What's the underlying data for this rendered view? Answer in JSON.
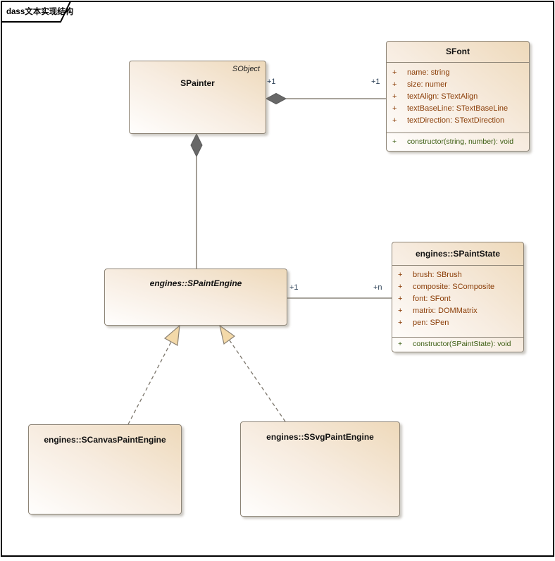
{
  "frame": {
    "title": "dass文本实现结构"
  },
  "classes": {
    "spainter": {
      "name": "SPainter",
      "stereotype": "SObject"
    },
    "sfont": {
      "name": "SFont",
      "attributes": [
        {
          "vis": "+",
          "text": "name: string"
        },
        {
          "vis": "+",
          "text": "size: numer"
        },
        {
          "vis": "+",
          "text": "textAlign: STextAlign"
        },
        {
          "vis": "+",
          "text": "textBaseLine: STextBaseLine"
        },
        {
          "vis": "+",
          "text": "textDirection: STextDirection"
        }
      ],
      "operations": [
        {
          "vis": "+",
          "text": "constructor(string, number): void"
        }
      ]
    },
    "spaintengine": {
      "name": "engines::SPaintEngine"
    },
    "spaintstate": {
      "name": "engines::SPaintState",
      "attributes": [
        {
          "vis": "+",
          "text": "brush: SBrush"
        },
        {
          "vis": "+",
          "text": "composite: SComposite"
        },
        {
          "vis": "+",
          "text": "font: SFont"
        },
        {
          "vis": "+",
          "text": "matrix: DOMMatrix"
        },
        {
          "vis": "+",
          "text": "pen: SPen"
        }
      ],
      "operations": [
        {
          "vis": "+",
          "text": "constructor(SPaintState): void"
        }
      ]
    },
    "scanvaspaintengine": {
      "name": "engines::SCanvasPaintEngine"
    },
    "ssvgpaintengine": {
      "name": "engines::SSvgPaintEngine"
    }
  },
  "connectors": {
    "spainter_sfont": {
      "kind": "composition",
      "source_multiplicity": "+1",
      "target_multiplicity": "+1"
    },
    "spainter_spaintengine": {
      "kind": "composition"
    },
    "spaintengine_spaintstate": {
      "kind": "association",
      "source_multiplicity": "+1",
      "target_multiplicity": "+n"
    },
    "scanvas_spaintengine": {
      "kind": "realization"
    },
    "ssvg_spaintengine": {
      "kind": "realization"
    }
  },
  "colors": {
    "class_fill_light": "#fffefd",
    "class_fill_dark": "#eed9ba",
    "class_border": "#8d8476",
    "attribute_text": "#8b3e08",
    "operation_text": "#3a5c10",
    "multiplicity_text": "#2e4258",
    "line": "#756d60",
    "diamond": "#686868",
    "arrowhead_fill": "#f3d9a9",
    "frame_border": "#000000"
  }
}
